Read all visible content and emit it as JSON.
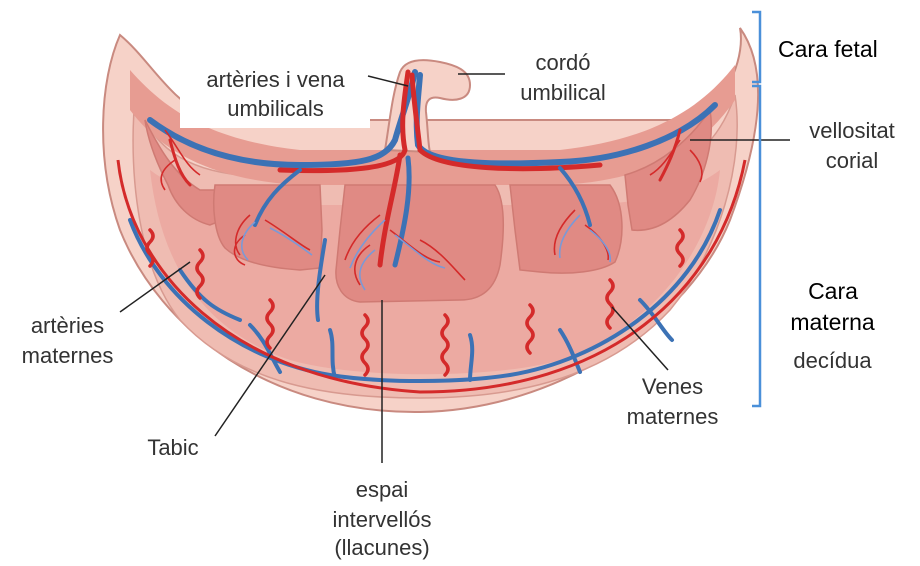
{
  "labels": {
    "arteries_vena": [
      "artèries i vena",
      "umbilicals"
    ],
    "cordo": [
      "cordó",
      "umbilical"
    ],
    "cara_fetal": "Cara fetal",
    "vellositat": [
      "vellositat",
      "corial"
    ],
    "cara_materna": [
      "Cara",
      "materna"
    ],
    "decidua": "decídua",
    "arteries_maternes": [
      "artèries",
      "maternes"
    ],
    "venes_maternes": [
      "Venes",
      "maternes"
    ],
    "tabic": "Tabic",
    "espai": [
      "espai",
      "intervellós",
      "(llacunes)"
    ]
  },
  "colors": {
    "outer_tissue": "#f6d2c8",
    "tissue_edge": "#c98a80",
    "chorionic_plate": "#e79c92",
    "villi": "#e08a84",
    "intervillous_space": "#ecaaa2",
    "artery_red": "#d42a2a",
    "vein_blue": "#3c72b5",
    "bracket_blue": "#4a90d9",
    "leader_line": "#222222"
  }
}
